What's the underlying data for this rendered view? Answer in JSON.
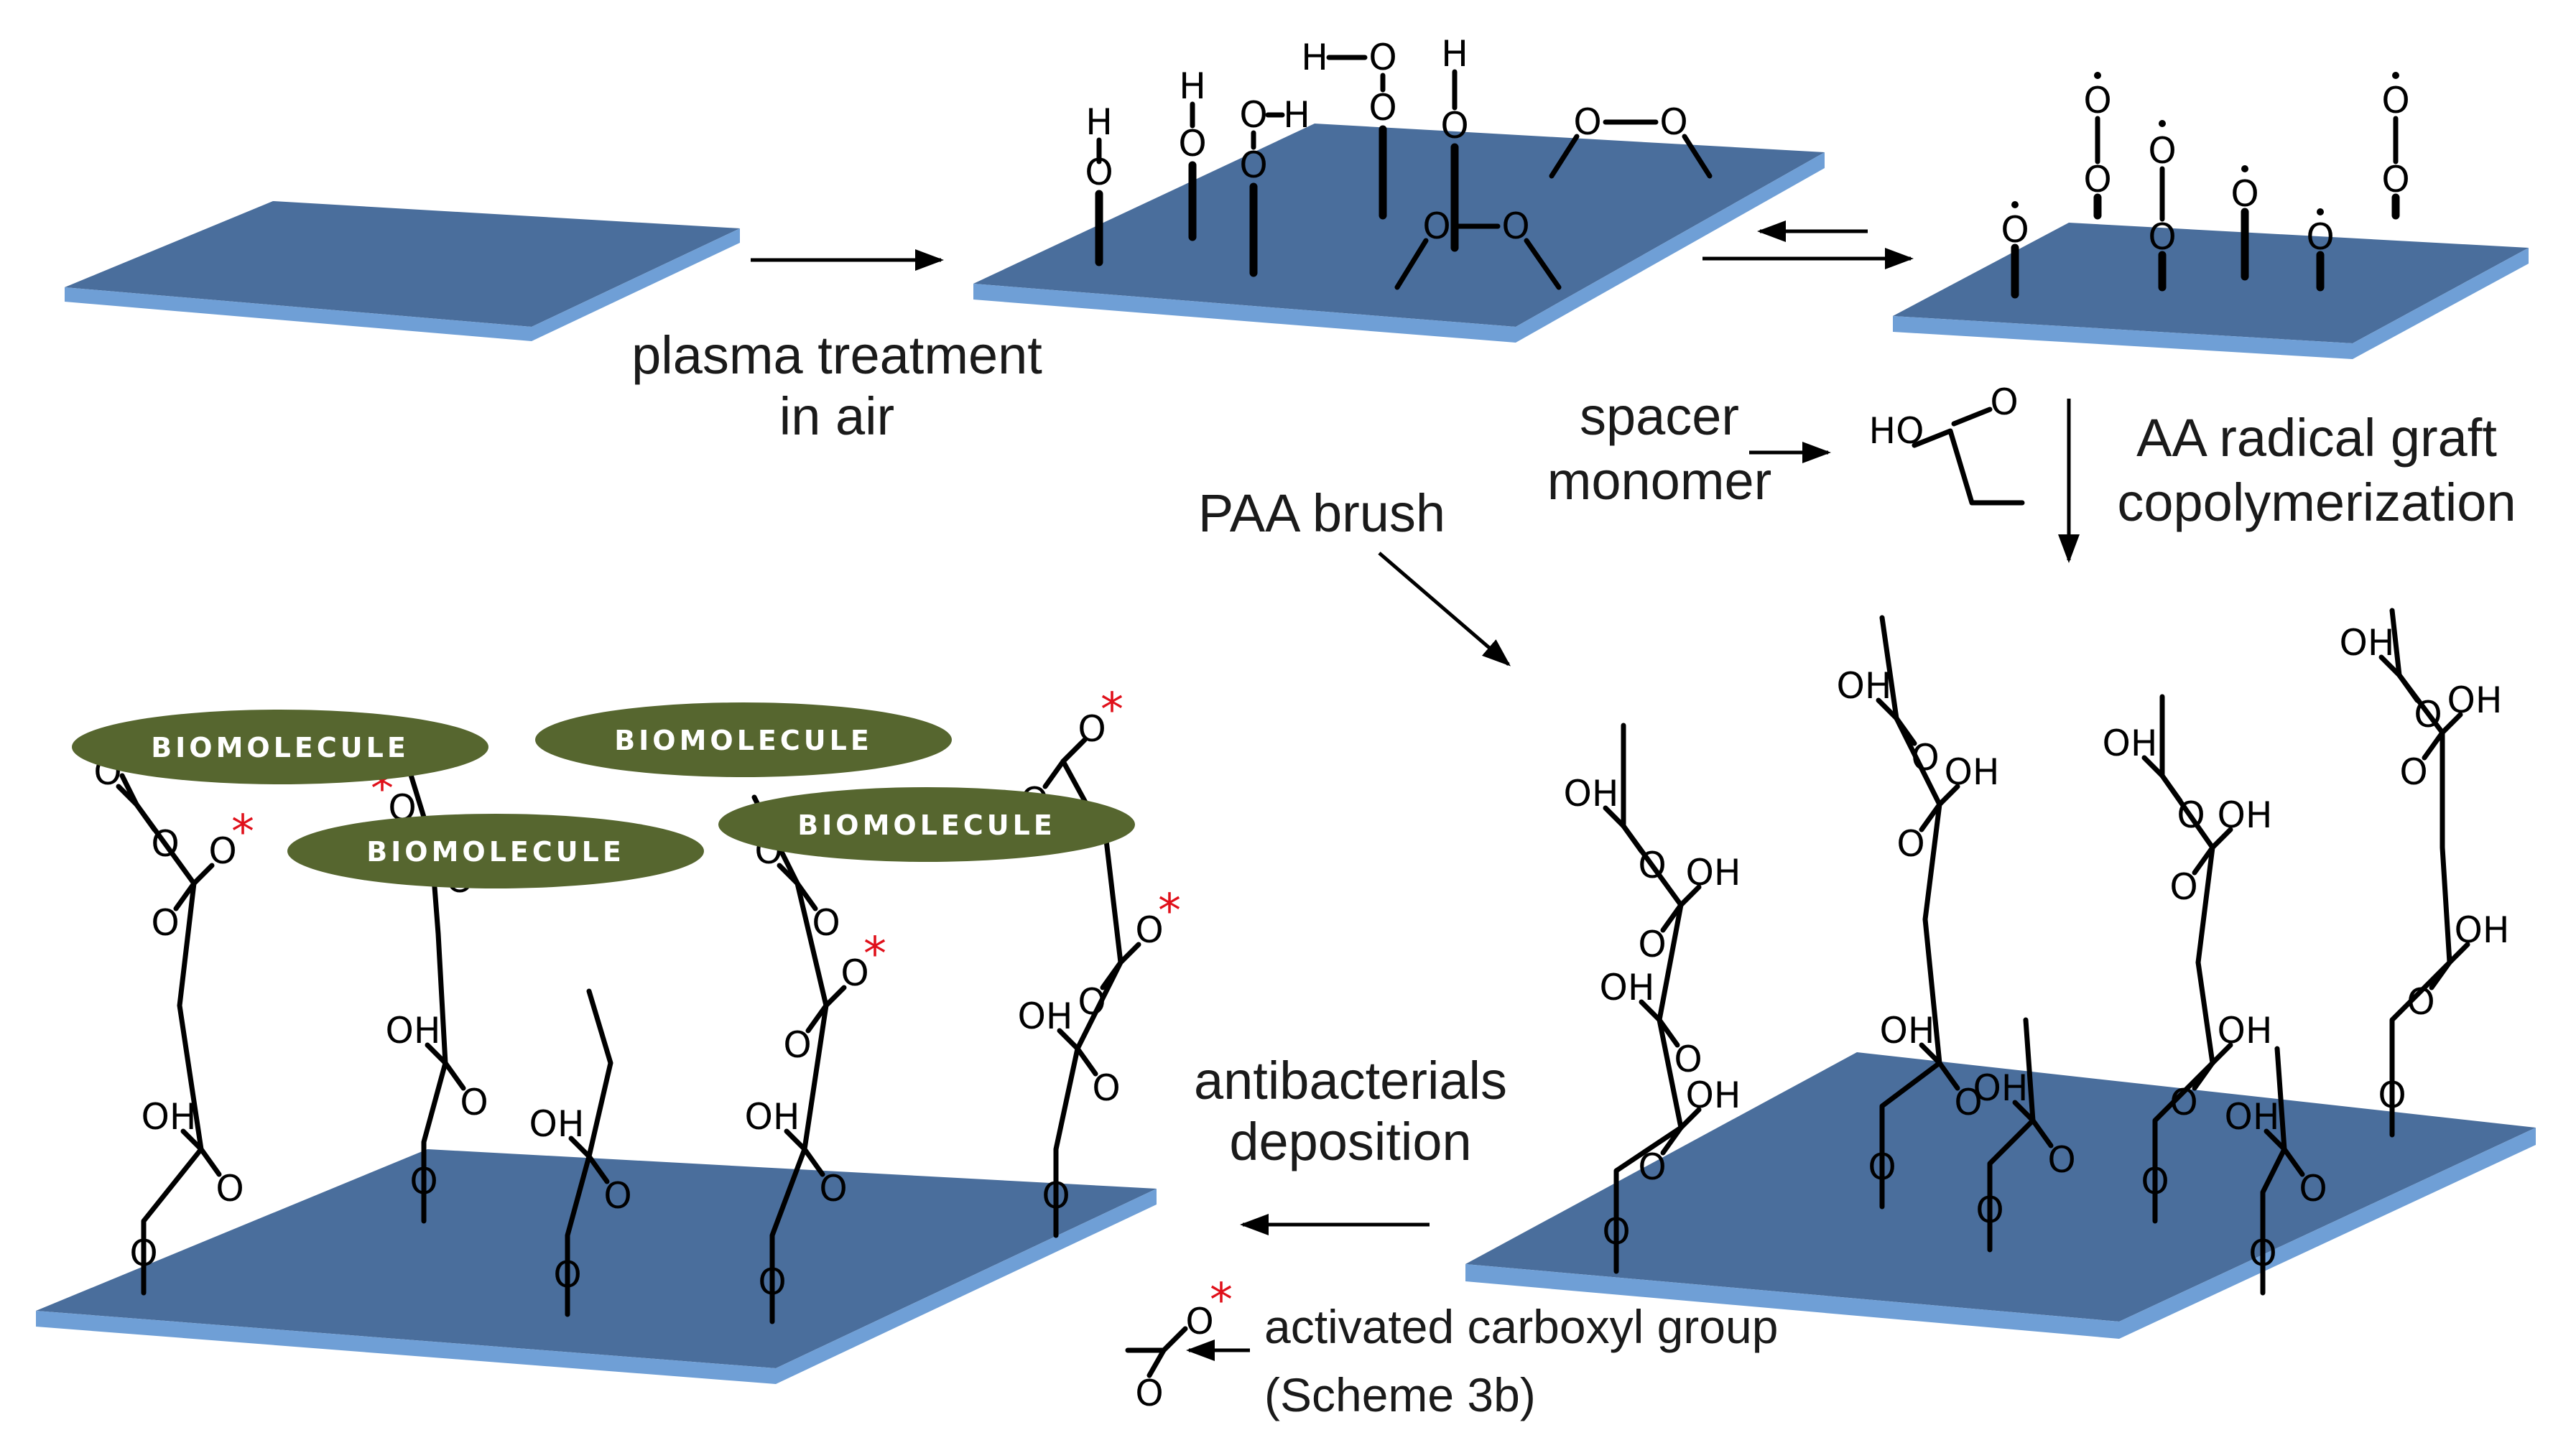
{
  "labels": {
    "plasma_line1": "plasma treatment",
    "plasma_line2": "in air",
    "spacer_line1": "spacer",
    "spacer_line2": "monomer",
    "aa_line1": "AA radical graft",
    "aa_line2": "copolymerization",
    "paa_brush": "PAA brush",
    "antibacterials_line1": "antibacterials",
    "antibacterials_line2": "deposition",
    "activated_line1": "activated carboxyl group",
    "activated_line2": "(Scheme 3b)"
  },
  "biomolecules": [
    "BIOMOLECULE",
    "BIOMOLECULE",
    "BIOMOLECULE",
    "BIOMOLECULE"
  ],
  "atoms": {
    "oxygen": "O",
    "hydrogen": "H",
    "hydroxyl": "OH",
    "hydroxyl_rev": "HO",
    "activated_mark": "*"
  },
  "colors": {
    "surface_top": "#4a6e9c",
    "surface_edge": "#6f9fd6",
    "biomolecule": "#56662f",
    "activated_mark": "#e0101a"
  }
}
